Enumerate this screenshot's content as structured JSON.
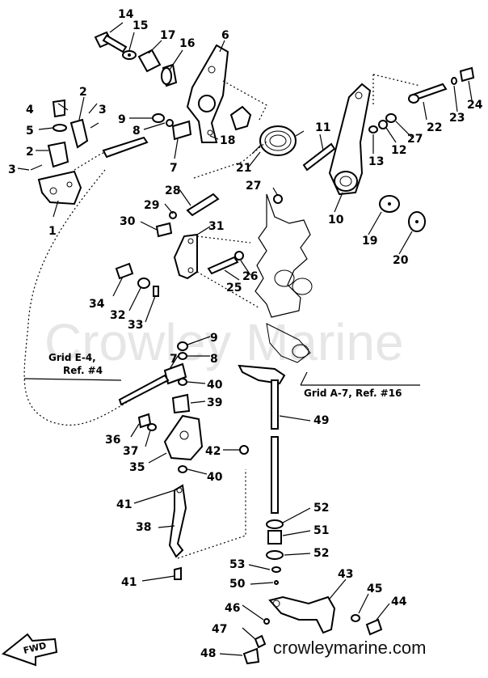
{
  "watermark": "Crowley Marine",
  "website": "crowleymarine.com",
  "fwd_label": "FWD",
  "grid_refs": {
    "left_line1": "Grid E-4,",
    "left_line2": "Ref. #4",
    "right": "Grid A-7, Ref. #16"
  },
  "callouts": {
    "c1": "1",
    "c2a": "2",
    "c2b": "2",
    "c3a": "3",
    "c3b": "3",
    "c4": "4",
    "c5": "5",
    "c6": "6",
    "c7a": "7",
    "c7b": "7",
    "c8a": "8",
    "c8b": "8",
    "c9a": "9",
    "c9b": "9",
    "c10": "10",
    "c11": "11",
    "c12": "12",
    "c13": "13",
    "c14": "14",
    "c15": "15",
    "c16": "16",
    "c17": "17",
    "c18": "18",
    "c19": "19",
    "c20": "20",
    "c21": "21",
    "c22": "22",
    "c23": "23",
    "c24": "24",
    "c25": "25",
    "c26": "26",
    "c27a": "27",
    "c27b": "27",
    "c28": "28",
    "c29": "29",
    "c30": "30",
    "c31": "31",
    "c32": "32",
    "c33": "33",
    "c34": "34",
    "c35": "35",
    "c36": "36",
    "c37": "37",
    "c38": "38",
    "c39": "39",
    "c40a": "40",
    "c40b": "40",
    "c41a": "41",
    "c41b": "41",
    "c42": "42",
    "c43": "43",
    "c44": "44",
    "c45": "45",
    "c46": "46",
    "c47": "47",
    "c48": "48",
    "c49": "49",
    "c50": "50",
    "c51": "51",
    "c52a": "52",
    "c52b": "52",
    "c53": "53"
  }
}
